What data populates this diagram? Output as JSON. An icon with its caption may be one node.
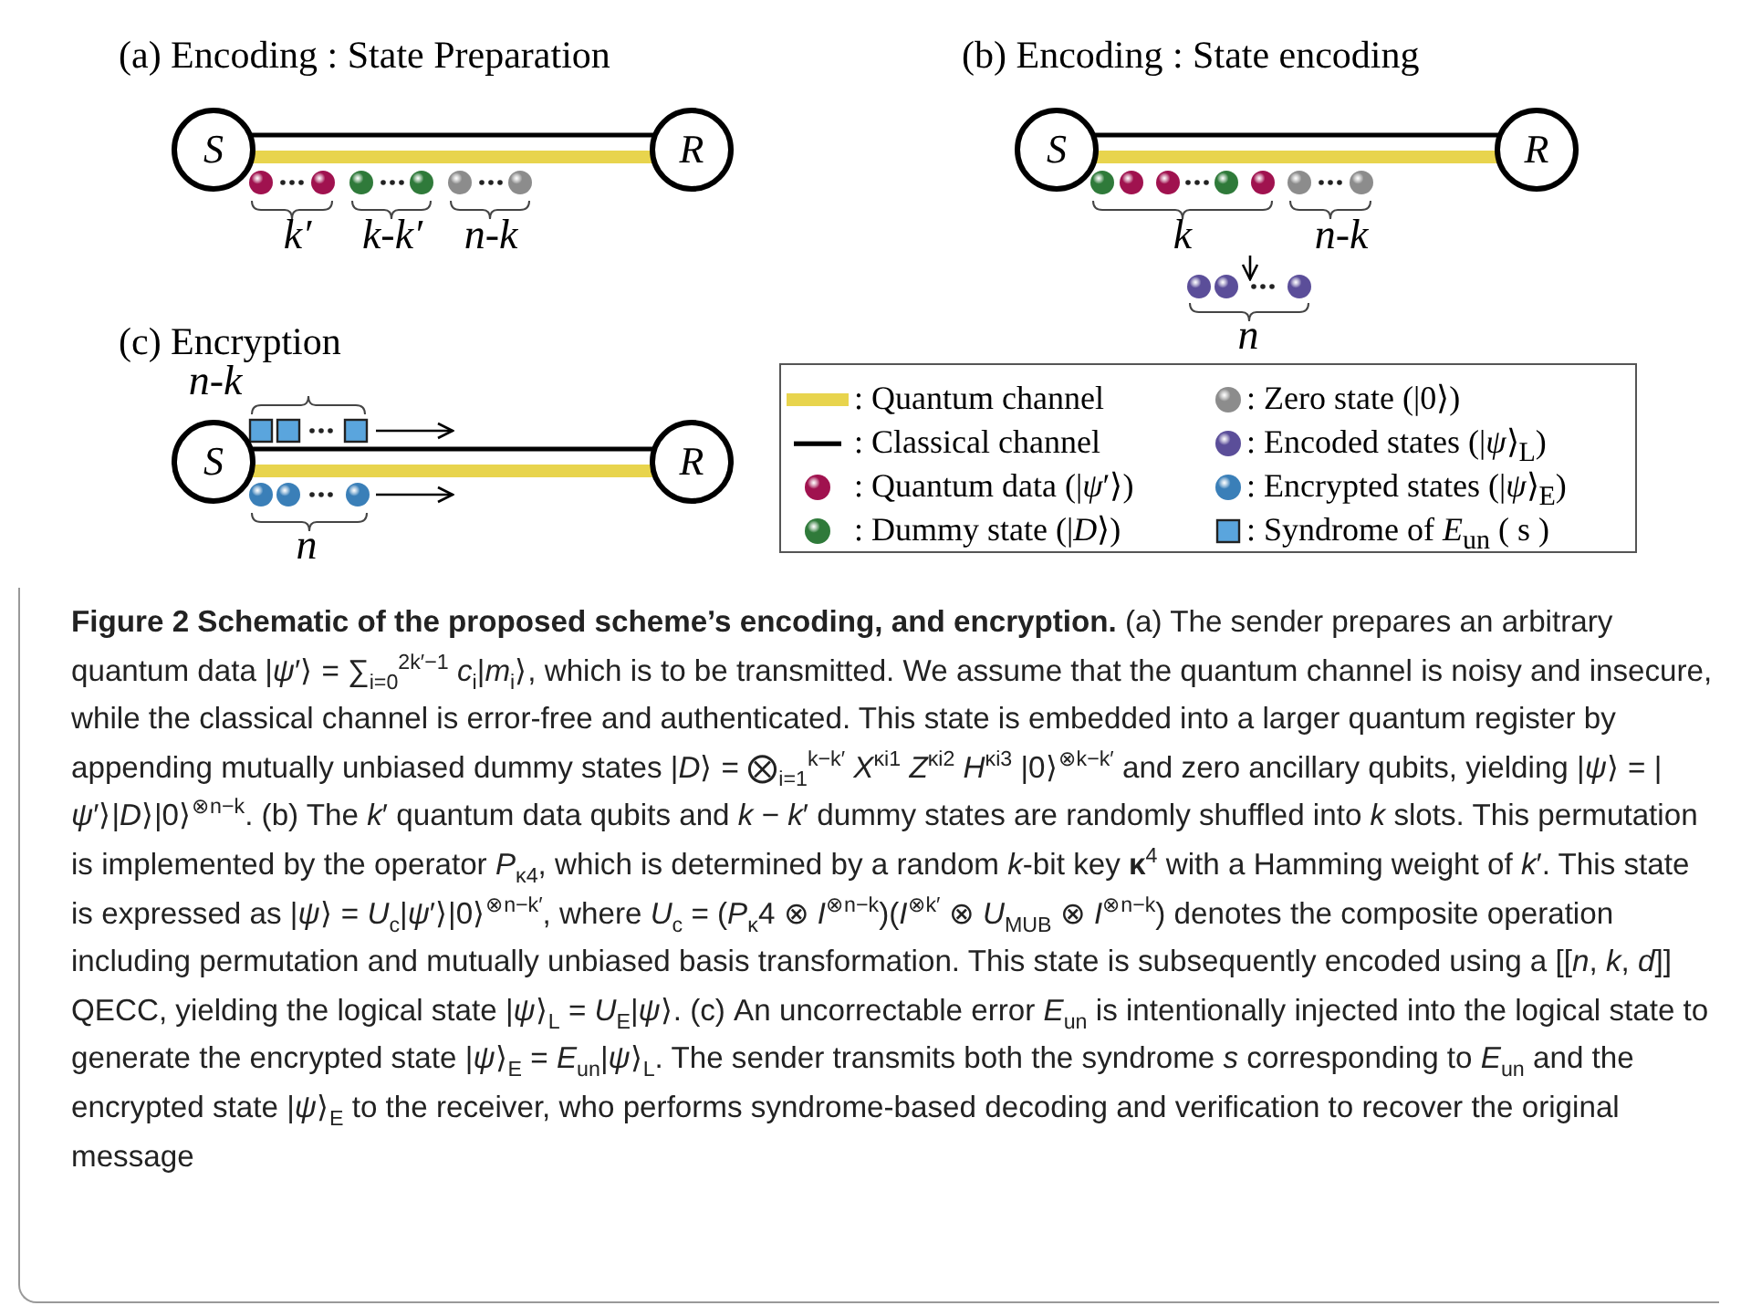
{
  "diagram": {
    "caption": "**Figure 2  Schematic of the proposed scheme’s encoding, and encryption.** (a) The sender prepares an arbitrary quantum data |*ψ*′⟩ = ∑$_{i=0}$$^{2k′−1}$ *c*$_{i}$|*m*$_{i}$⟩, which is to be transmitted. We assume that the quantum channel is noisy and insecure, while the classical channel is error-free and authenticated. This state is embedded into a larger quantum register by appending mutually unbiased dummy states |*D*⟩ = ⨂$_{i=1}$$^{k−k′}$ *X*$^{κi1}$ *Z*$^{κi2}$ *H*$^{κi3}$ |0⟩$^{⊗k−k′}$ and zero ancillary qubits, yielding |*ψ*⟩ = |*ψ*′⟩|*D*⟩|0⟩$^{⊗n−k}$. (b) The *k*′ quantum data qubits and *k* − *k*′ dummy states are randomly shuffled into *k* slots. This permutation is implemented by the operator *P*$_{κ4}$, which is determined by a random *k*-bit key **κ**$^{4}$ with a Hamming weight of *k*′. This state is expressed as |*ψ*⟩ = *U*$_{c}$|*ψ*′⟩|0⟩$^{⊗n−k′}$, where *U*$_{c}$ = (*P*$_{κ}$4 ⊗ *I*$^{⊗n−k}$)(*I*$^{⊗k′}$ ⊗ *U*$_{MUB}$ ⊗ *I*$^{⊗n−k}$) denotes the composite operation including permutation and mutually unbiased basis transformation. This state is subsequently encoded using a [[*n*, *k*, *d*]] QECC, yielding the logical state |*ψ*⟩$_{L}$ = *U*$_{E}$|*ψ*⟩. (c) An uncorrectable error *E*$_{un}$ is intentionally injected into the logical state to generate the encrypted state |*ψ*⟩$_{E}$ = *E*$_{un}$|*ψ*⟩$_{L}$. The sender transmits both the syndrome *s* corresponding to *E*$_{un}$ and the encrypted state |*ψ*⟩$_{E}$ to the receiver, who performs syndrome-based decoding and verification to recover the original message",
    "nodes": [
      {
        "text": [
          "S"
        ]
      },
      {
        "text": [
          "R"
        ]
      },
      {
        "text": [
          "S"
        ]
      },
      {
        "text": [
          "R"
        ]
      },
      {
        "text": [
          "S"
        ]
      },
      {
        "text": [
          "R"
        ]
      }
    ],
    "edges": [
      {
        "from": 0,
        "to": 1,
        "arrow": "none"
      },
      {
        "from": 0,
        "to": 1,
        "arrow": "none",
        "style": "thick",
        "color": "#e8d44d"
      },
      {
        "from": 2,
        "to": 3,
        "arrow": "none"
      },
      {
        "from": 2,
        "to": 3,
        "arrow": "none",
        "style": "thick",
        "color": "#e8d44d"
      },
      {
        "from": 4,
        "to": 5,
        "arrow": "none"
      },
      {
        "from": 4,
        "to": 5,
        "arrow": "none",
        "style": "thick",
        "color": "#e8d44d"
      }
    ],
    "labels": [
      "(a) Encoding : State Preparation",
      "k′",
      "k-k′",
      "n-k",
      "(b) Encoding : State encoding",
      "k",
      "n-k",
      "n",
      "(c) Encryption",
      "n-k",
      "n"
    ],
    "legend": [
      {
        "text": ": Quantum channel",
        "color": "#e8d44d"
      },
      {
        "text": ": Classical channel",
        "color": "#000000"
      },
      {
        "text": ": Quantum data (|*ψ*′⟩)",
        "color": "#a0124f"
      },
      {
        "text": ": Dummy state  (|*D*⟩)",
        "color": "#2f7a3a"
      },
      {
        "text": ": Zero state  (|0⟩)",
        "color": "#8c8c8c"
      },
      {
        "text": ": Encoded states  (|*ψ*⟩$_{L}$)",
        "color": "#5b4e99"
      },
      {
        "text": ": Encrypted states (|*ψ*⟩$_{E}$)",
        "color": "#3a7fb8"
      },
      {
        "text": ": Syndrome of *E*$_{un}$ ( s )",
        "color": "#5aa5dd"
      }
    ]
  }
}
